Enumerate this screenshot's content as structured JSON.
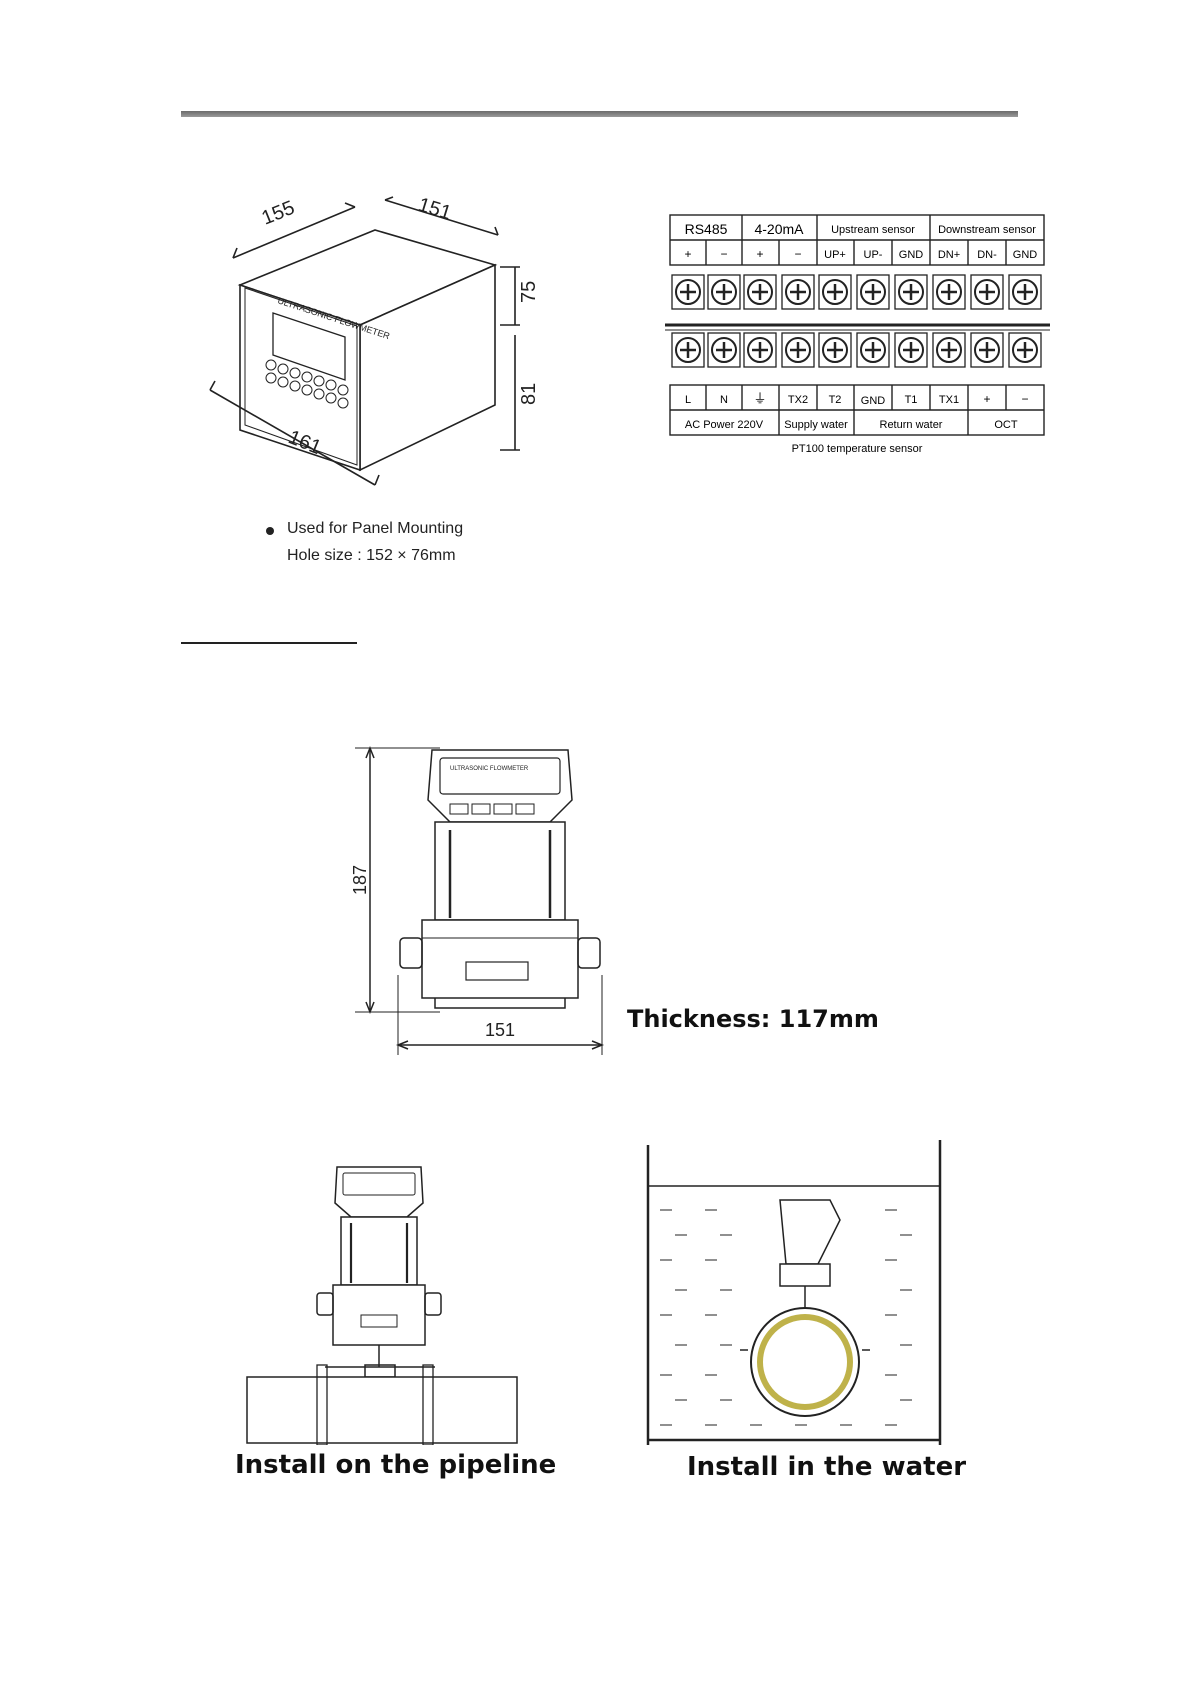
{
  "panel_meter": {
    "dims": {
      "depth": "155",
      "width_top": "151",
      "height_top": "75",
      "height_bottom": "81",
      "width_bottom": "161"
    },
    "front_label": "ULTRASONIC FLOWMETER",
    "note_line1": "Used for Panel Mounting",
    "note_line2": "Hole size : 152 × 76mm"
  },
  "terminal": {
    "top_groups": [
      "RS485",
      "4-20mA",
      "Upstream sensor",
      "Downstream sensor"
    ],
    "top_pins": [
      "+",
      "−",
      "+",
      "−",
      "UP+",
      "UP-",
      "GND",
      "DN+",
      "DN-",
      "GND"
    ],
    "bottom_pins": [
      "L",
      "N",
      "⏚",
      "TX2",
      "T2",
      "GND",
      "T1",
      "TX1",
      "+",
      "−"
    ],
    "bottom_groups": [
      "AC Power 220V",
      "Supply water",
      "Return water",
      "OCT"
    ],
    "footer": "PT100 temperature sensor"
  },
  "wall_meter": {
    "height": "187",
    "width": "151",
    "thickness": "Thickness: 117mm",
    "label": "ULTRASONIC FLOWMETER"
  },
  "install": {
    "pipeline": "Install on the pipeline",
    "water": "Install in the water"
  }
}
